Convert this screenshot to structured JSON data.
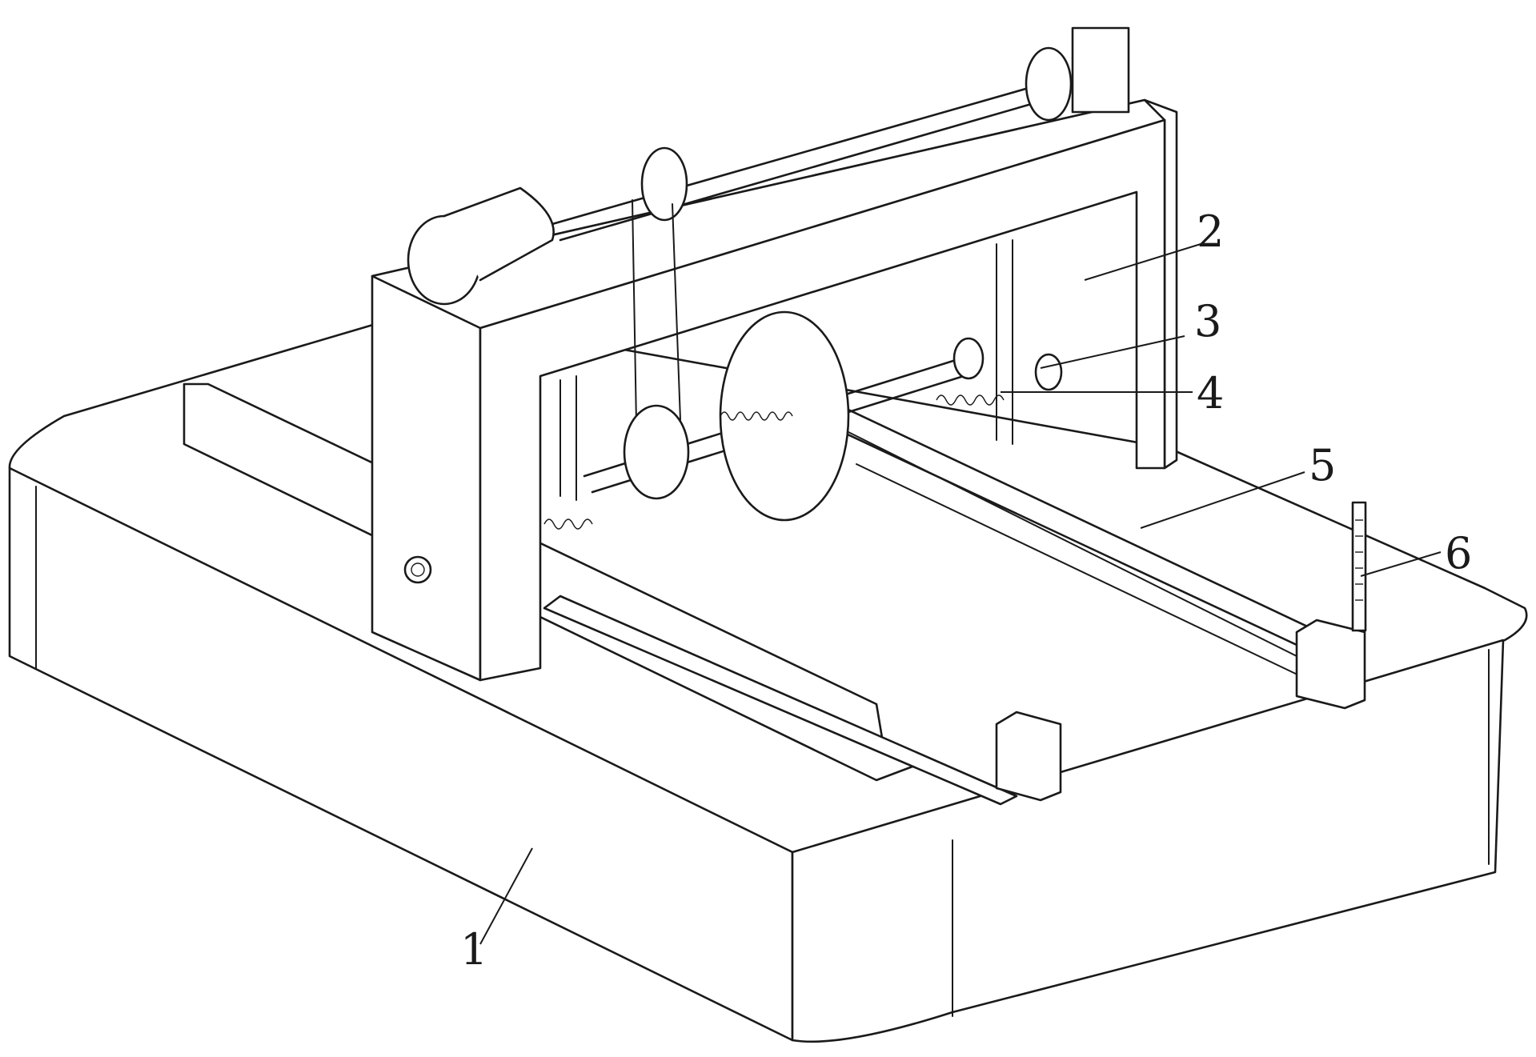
{
  "labels": {
    "l1": "1",
    "l2": "2",
    "l3": "3",
    "l4": "4",
    "l5": "5",
    "l6": "6"
  },
  "colors": {
    "line": "#1a1a1a",
    "fill": "#ffffff"
  }
}
